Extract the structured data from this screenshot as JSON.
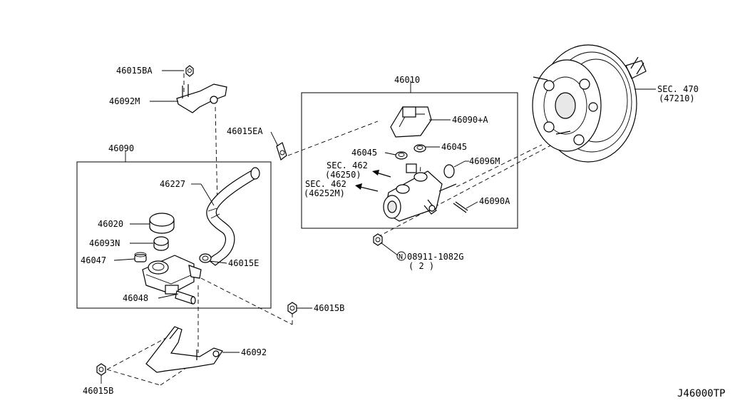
{
  "labels": {
    "p46015BA": "46015BA",
    "p46092M": "46092M",
    "p46015EA": "46015EA",
    "p46090": "46090",
    "p46227": "46227",
    "p46020": "46020",
    "p46093N": "46093N",
    "p46047": "46047",
    "p46015E": "46015E",
    "p46048": "46048",
    "p46015B_right": "46015B",
    "p46092": "46092",
    "p46015B_bottom": "46015B",
    "p46010": "46010",
    "p46090A_plus": "46090+A",
    "p46045_left": "46045",
    "p46045_right": "46045",
    "p46096M": "46096M",
    "sec462_a": "SEC. 462",
    "sec462_a_ref": "(46250)",
    "sec462_b": "SEC. 462",
    "sec462_b_ref": "(46252M)",
    "p46090A": "46090A",
    "nut_ref": "08911-1082G",
    "nut_qty": "( 2 )",
    "nut_symbol": "N",
    "sec470": "SEC. 470",
    "sec470_ref": "(47210)",
    "diagram_code": "J46000TP"
  },
  "icons": {
    "brake_booster": "brake-booster-icon",
    "master_cylinder": "master-cylinder-icon",
    "reservoir": "reservoir-tank-icon",
    "hose": "hose-icon",
    "bracket": "bracket-icon",
    "nut": "nut-icon"
  }
}
